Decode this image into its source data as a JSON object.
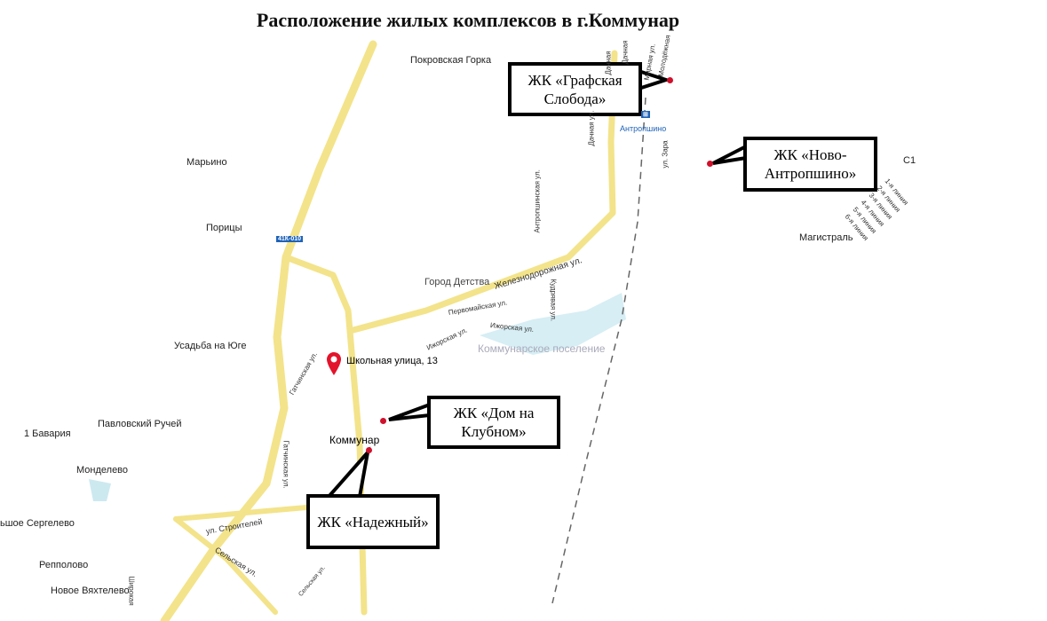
{
  "title": "Расположение жилых комплексов в г.Коммунар",
  "callouts": {
    "grafskaya": "ЖК «Графская Слобода»",
    "novo": "ЖК «Ново-Антропшино»",
    "klubnom": "ЖК «Дом на Клубном»",
    "nadezhny": "ЖК «Надежный»"
  },
  "places": {
    "pokrovskaya": "Покровская Горка",
    "maryino": "Марьино",
    "poritsy": "Порицы",
    "gorod_detstva": "Город Детства",
    "usadba": "Усадьба на Юге",
    "pavlovsky": "Павловский Ручей",
    "bavaria": "1 Бавария",
    "mondelevo": "Монделево",
    "sergelevo": "ьшое Сергелево",
    "reppolovo": "Репполово",
    "vyakhtelevo": "Новое Вяхтелево",
    "kommunar": "Коммунар",
    "antropshino": "Антропшино",
    "magistral": "Магистраль",
    "s1": "С1",
    "poselenie": "Коммунарское поселение",
    "address": "Школьная улица, 13"
  },
  "road_badge": "41К-010",
  "streets": {
    "zheleznodorozhnaya": "Железнодорожная ул.",
    "pervomayskaya": "Первомайская ул.",
    "antropshinskaya": "Антропшинская ул.",
    "kudryavaya": "Кудрявая ул.",
    "izhorskaya1": "Ижорская ул.",
    "izhorskaya2": "Ижорская ул.",
    "gatchinskaya1": "Гатчинская ул.",
    "gatchinskaya2": "Гатчинская ул.",
    "stroiteley": "ул. Строителей",
    "selskaya1": "Сельская ул.",
    "selskaya2": "Сельская ул.",
    "shirokaya": "Широкая",
    "dachnaya1": "Дачная ул.",
    "dachnaya2": "Дачная",
    "dachnaya3": "Дачная",
    "mirnaya": "Мирная ул.",
    "molodezh": "Молодёжная",
    "zarya": "ул. Зара",
    "lines": [
      "1-я линия",
      "2-я линия",
      "3-я линия",
      "4-я линия",
      "5-я линия",
      "6-я линия"
    ]
  },
  "colors": {
    "road": "#f5e68c",
    "marker": "#d0112b",
    "water": "#bfe6ef",
    "rail": "#666666"
  }
}
